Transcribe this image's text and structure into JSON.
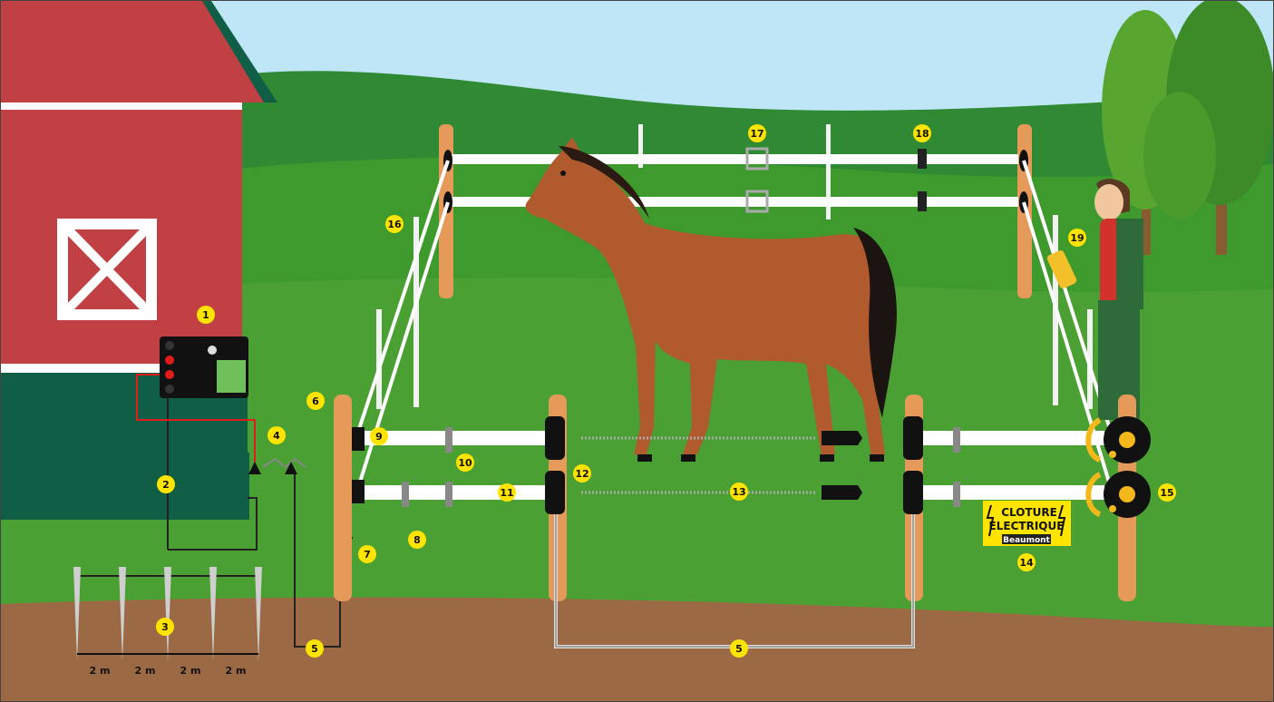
{
  "callouts": [
    {
      "label": "1"
    },
    {
      "label": "2"
    },
    {
      "label": "3"
    },
    {
      "label": "4"
    },
    {
      "label": "5"
    },
    {
      "label": "5"
    },
    {
      "label": "6"
    },
    {
      "label": "7"
    },
    {
      "label": "8"
    },
    {
      "label": "9"
    },
    {
      "label": "10"
    },
    {
      "label": "11"
    },
    {
      "label": "12"
    },
    {
      "label": "13"
    },
    {
      "label": "14"
    },
    {
      "label": "15"
    },
    {
      "label": "16"
    },
    {
      "label": "17"
    },
    {
      "label": "18"
    },
    {
      "label": "19"
    }
  ],
  "dimensions": [
    "2 m",
    "2 m",
    "2 m",
    "2 m"
  ],
  "sign": {
    "line1": "CLOTURE",
    "line2": "ELECTRIQUE",
    "brand": "Beaumont"
  },
  "colors": {
    "sky": "#bfe6f7",
    "grass": "#3f9a2e",
    "soil": "#9b6a45",
    "barn_red": "#c04044",
    "barn_green": "#0f5e45",
    "post": "#e59a5a",
    "tape": "#ffffff",
    "badge": "#ffe400",
    "horse": "#b05a2e",
    "reel_handle": "#f3b81a"
  }
}
